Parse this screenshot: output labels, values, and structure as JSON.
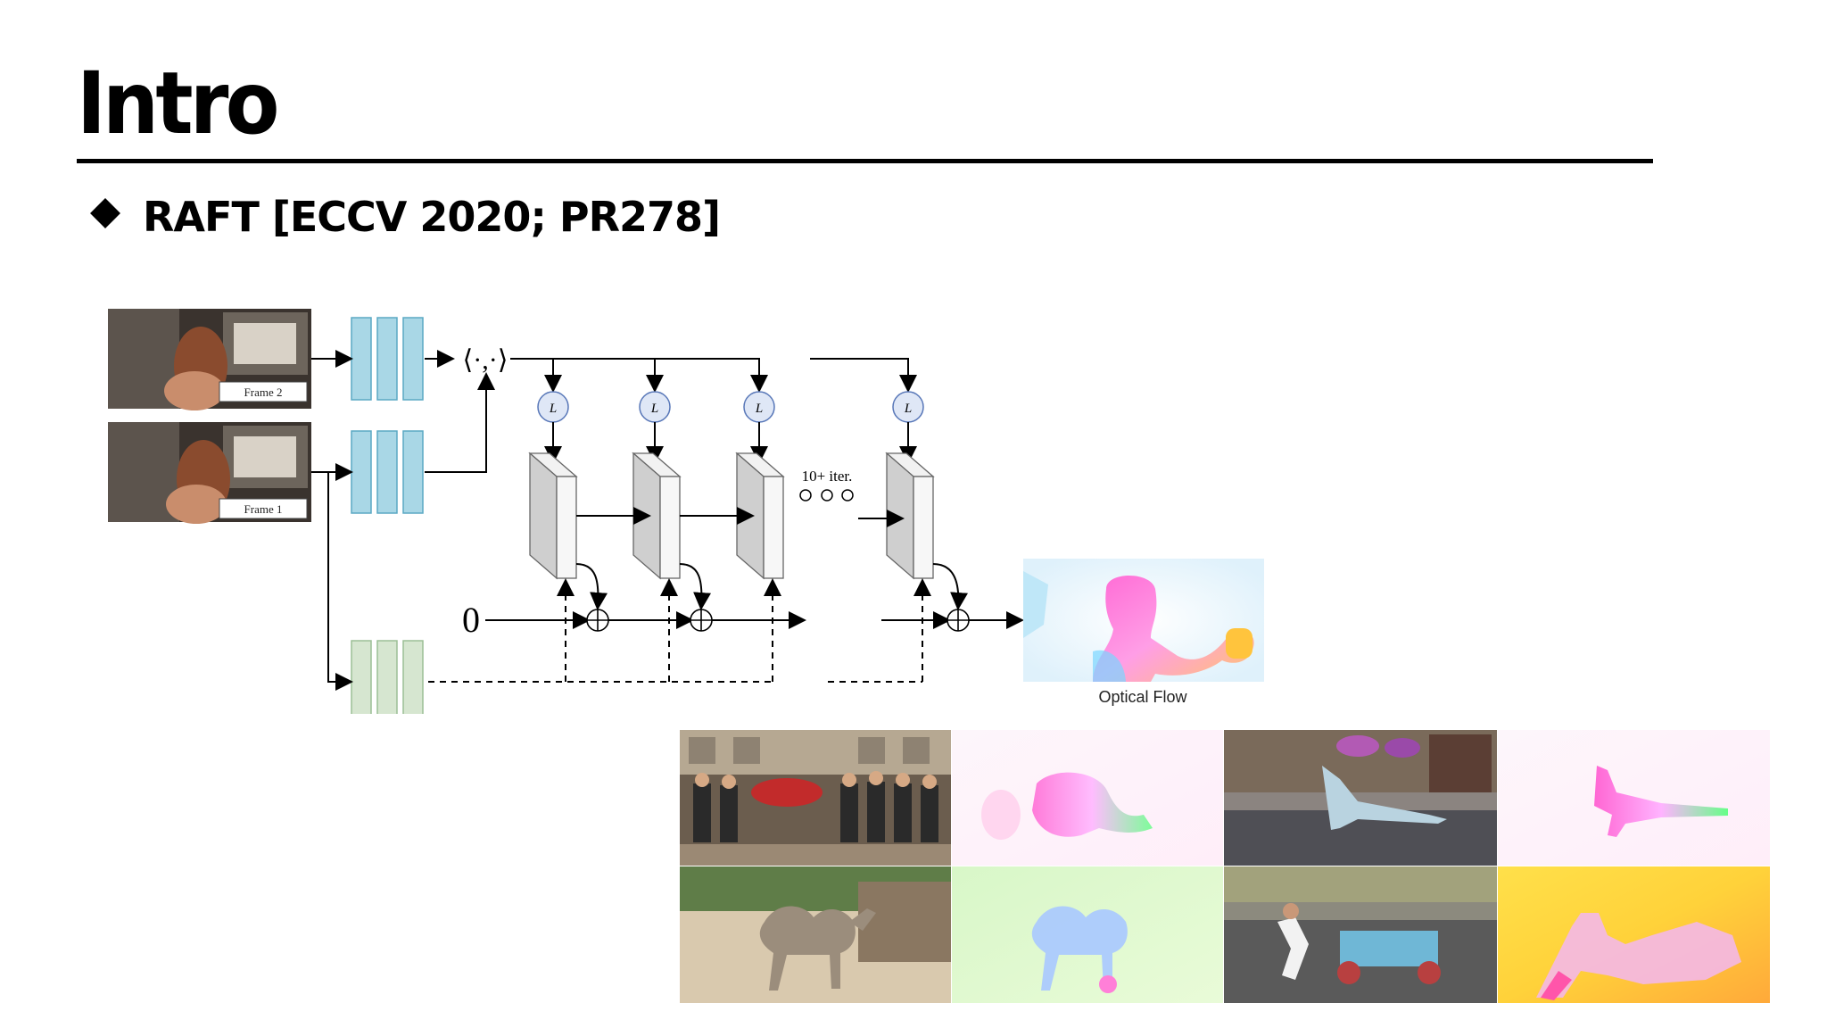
{
  "slide": {
    "title": "Intro",
    "bullet": "RAFT [ECCV 2020; PR278]"
  },
  "diagram": {
    "frame_top_label": "Frame 2",
    "frame_bottom_label": "Frame 1",
    "correlation_symbol": "⟨·,·⟩",
    "lookup_label": "L",
    "iterations_label": "10+ iter.",
    "initial_flow": "0",
    "output_label": "Optical Flow",
    "colors": {
      "feature_encoder": "#a9d7e6",
      "context_encoder": "#d6e6d0",
      "lookup_circle": "#dfe7f6",
      "update_block": "#e8e8e8"
    }
  },
  "results_grid": {
    "rows": 2,
    "columns": 4,
    "content": [
      "photo",
      "flow",
      "photo",
      "flow",
      "photo",
      "flow",
      "photo",
      "flow"
    ]
  }
}
